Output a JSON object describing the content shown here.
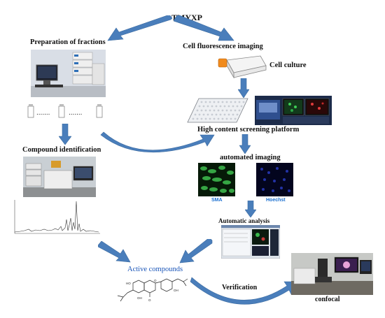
{
  "title": "TMYXP",
  "left": {
    "prep_label": "Preparation of fractions",
    "compound_label": "Compound identification"
  },
  "right": {
    "imaging_label": "Cell fluorescence imaging",
    "culture_label": "Cell culture",
    "hcs_label": "High content screening platform",
    "auto_imaging_label": "automated imaging",
    "sma_label": "SMA",
    "hoechst_label": "Hoechst",
    "auto_analysis_label": "Automatic analysis"
  },
  "bottom": {
    "active_label": "Active compounds",
    "verification_label": "Verification",
    "confocal_label": "confocal"
  },
  "colors": {
    "arrow": "#4a7ebb",
    "sma_label": "#1a6fd0",
    "hoechst_label": "#1a6fd0",
    "active_label": "#1a55b8"
  }
}
